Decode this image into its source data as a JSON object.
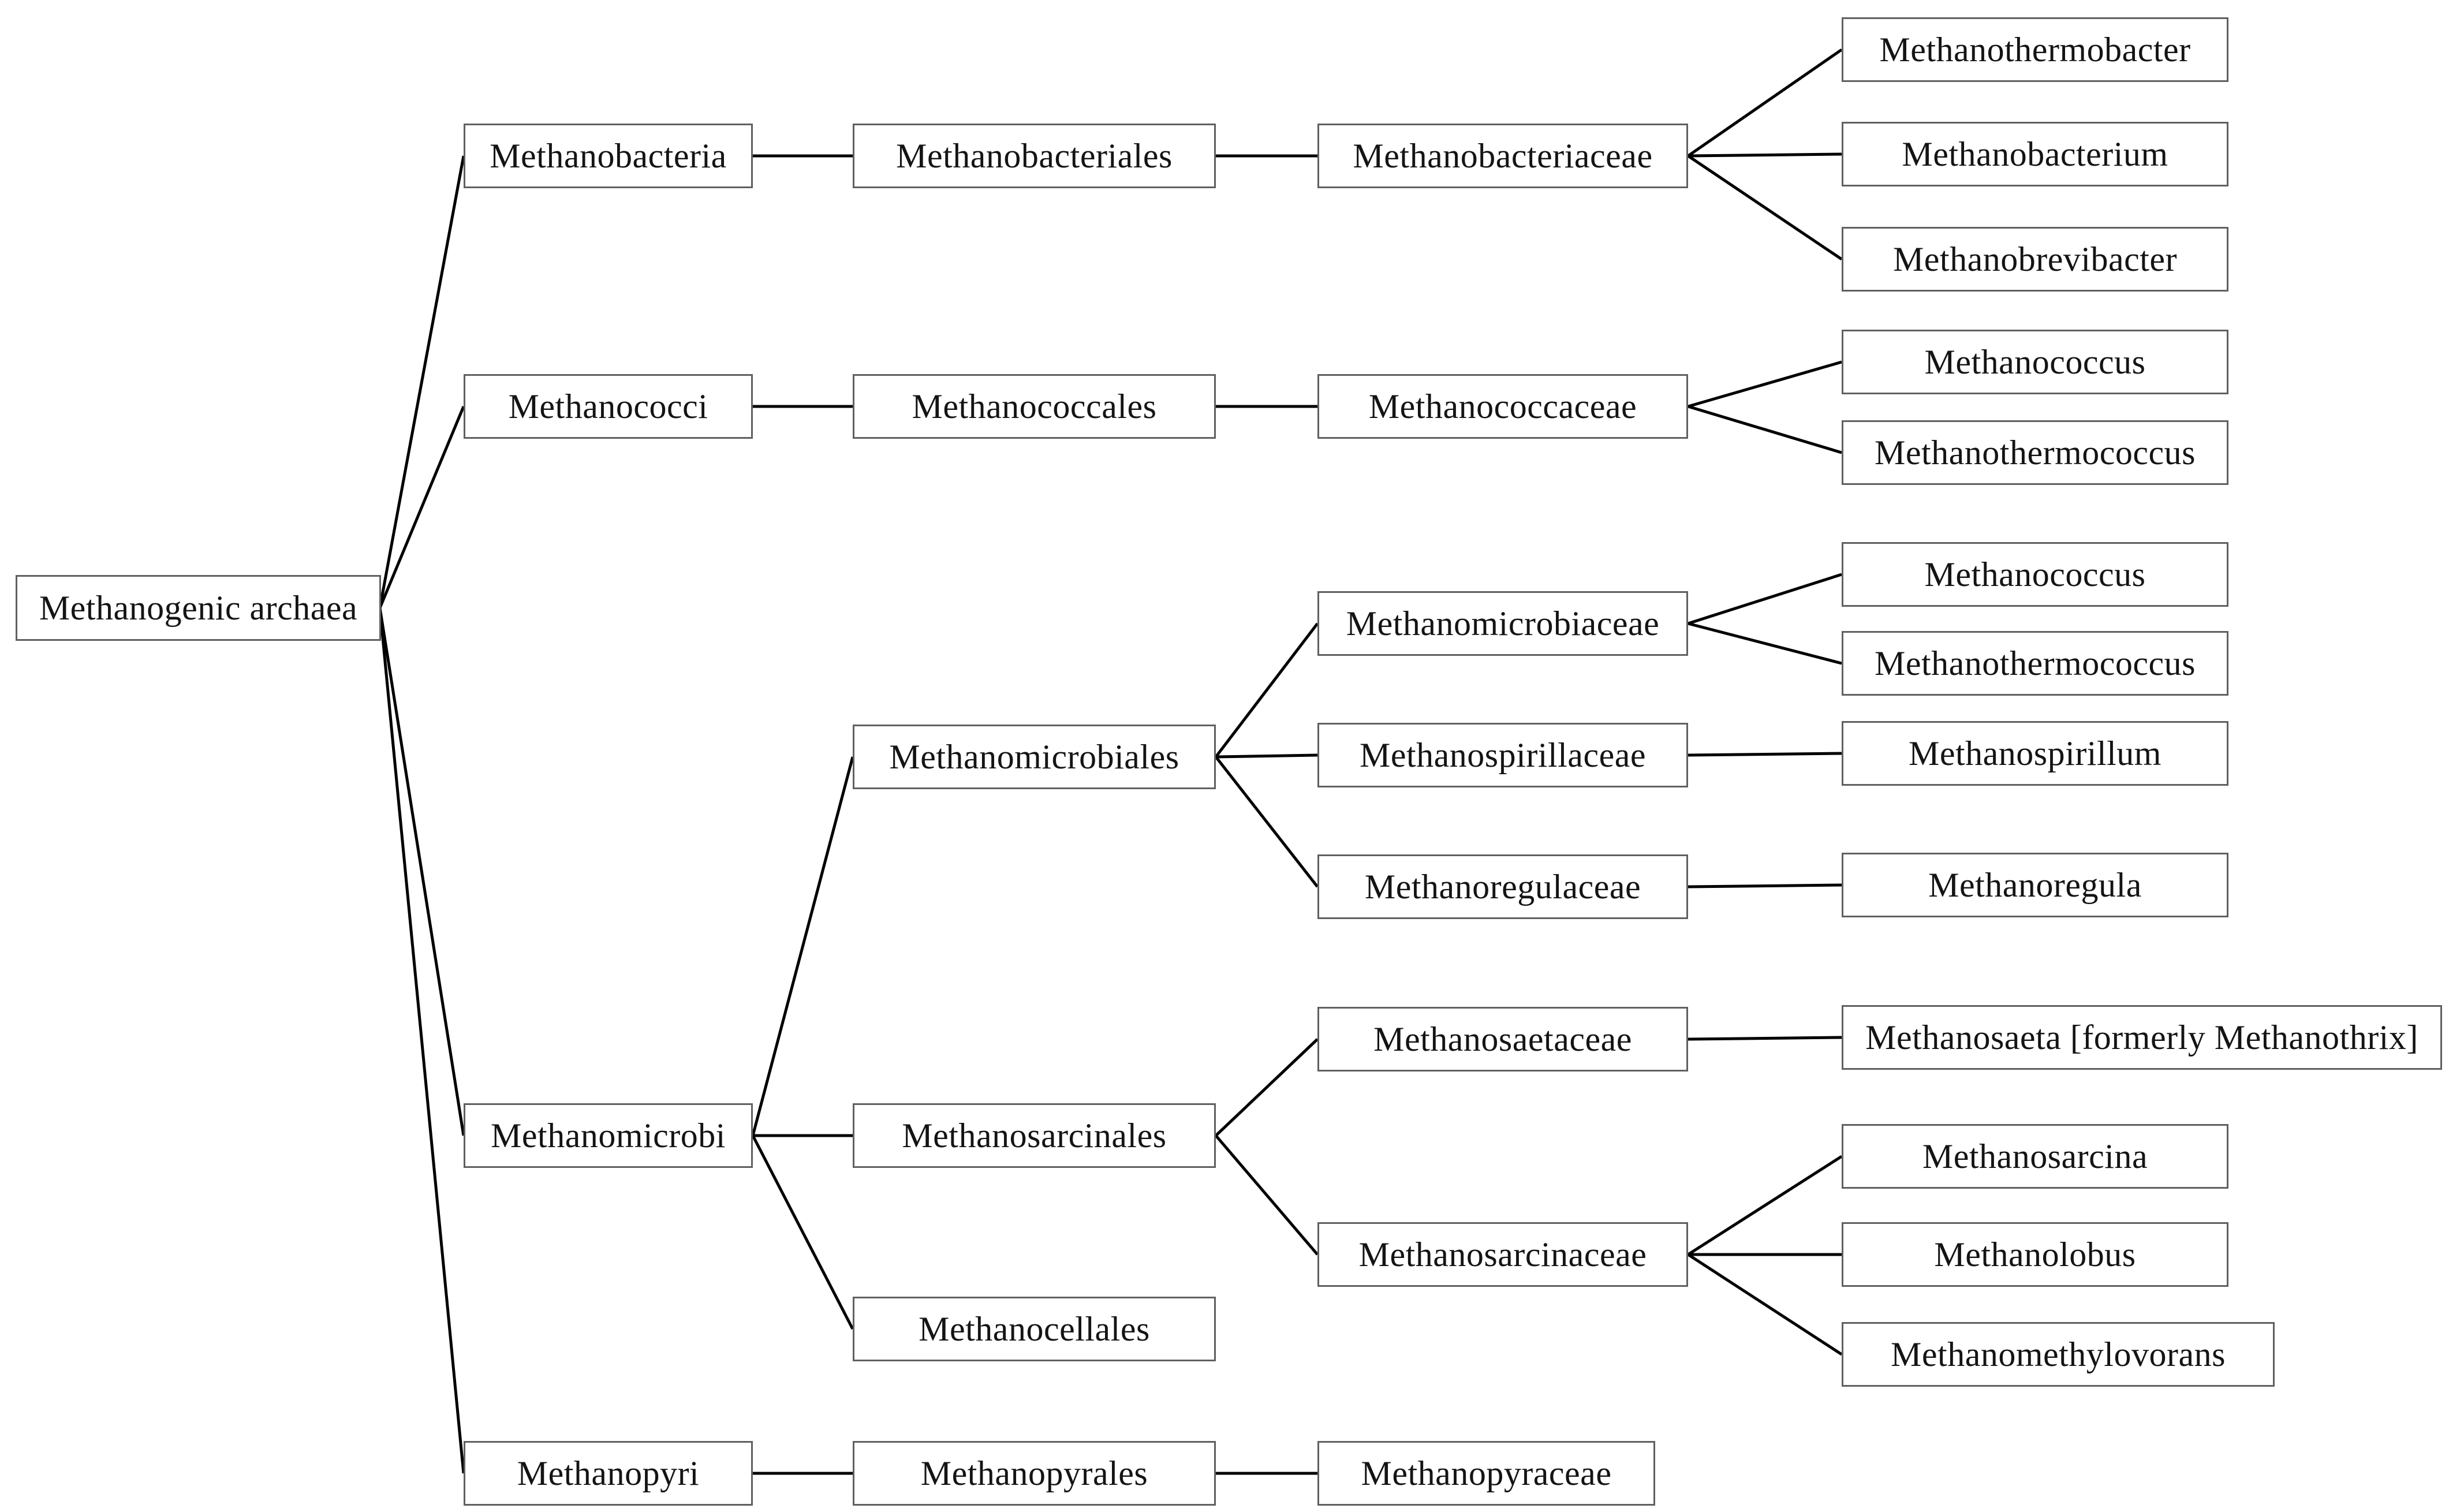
{
  "colors": {
    "background": "#ffffff",
    "box_border": "#606060",
    "line_color": "#000000",
    "text_color": "#141414"
  },
  "hierarchy": {
    "root": "Methanogenic archaea",
    "classes": [
      {
        "name": "Methanobacteria",
        "orders": [
          {
            "name": "Methanobacteriales",
            "families": [
              {
                "name": "Methanobacteriaceae",
                "genera": [
                  "Methanothermobacter",
                  "Methanobacterium",
                  "Methanobrevibacter"
                ]
              }
            ]
          }
        ]
      },
      {
        "name": "Methanococci",
        "orders": [
          {
            "name": "Methanococcales",
            "families": [
              {
                "name": "Methanococcaceae",
                "genera": [
                  "Methanococcus",
                  "Methanothermococcus"
                ]
              }
            ]
          }
        ]
      },
      {
        "name": "Methanomicrobi",
        "orders": [
          {
            "name": "Methanomicrobiales",
            "families": [
              {
                "name": "Methanomicrobiaceae",
                "genera": [
                  "Methanococcus",
                  "Methanothermococcus"
                ]
              },
              {
                "name": "Methanospirillaceae",
                "genera": [
                  "Methanospirillum"
                ]
              },
              {
                "name": "Methanoregulaceae",
                "genera": [
                  "Methanoregula"
                ]
              }
            ]
          },
          {
            "name": "Methanosarcinales",
            "families": [
              {
                "name": "Methanosaetaceae",
                "genera": [
                  "Methanosaeta [formerly Methanothrix]"
                ]
              },
              {
                "name": "Methanosarcinaceae",
                "genera": [
                  "Methanosarcina",
                  "Methanolobus",
                  "Methanomethylovorans"
                ]
              }
            ]
          },
          {
            "name": "Methanocellales",
            "families": []
          }
        ]
      },
      {
        "name": "Methanopyri",
        "orders": [
          {
            "name": "Methanopyrales",
            "families": [
              {
                "name": "Methanopyraceae",
                "genera": []
              }
            ]
          }
        ]
      }
    ]
  }
}
